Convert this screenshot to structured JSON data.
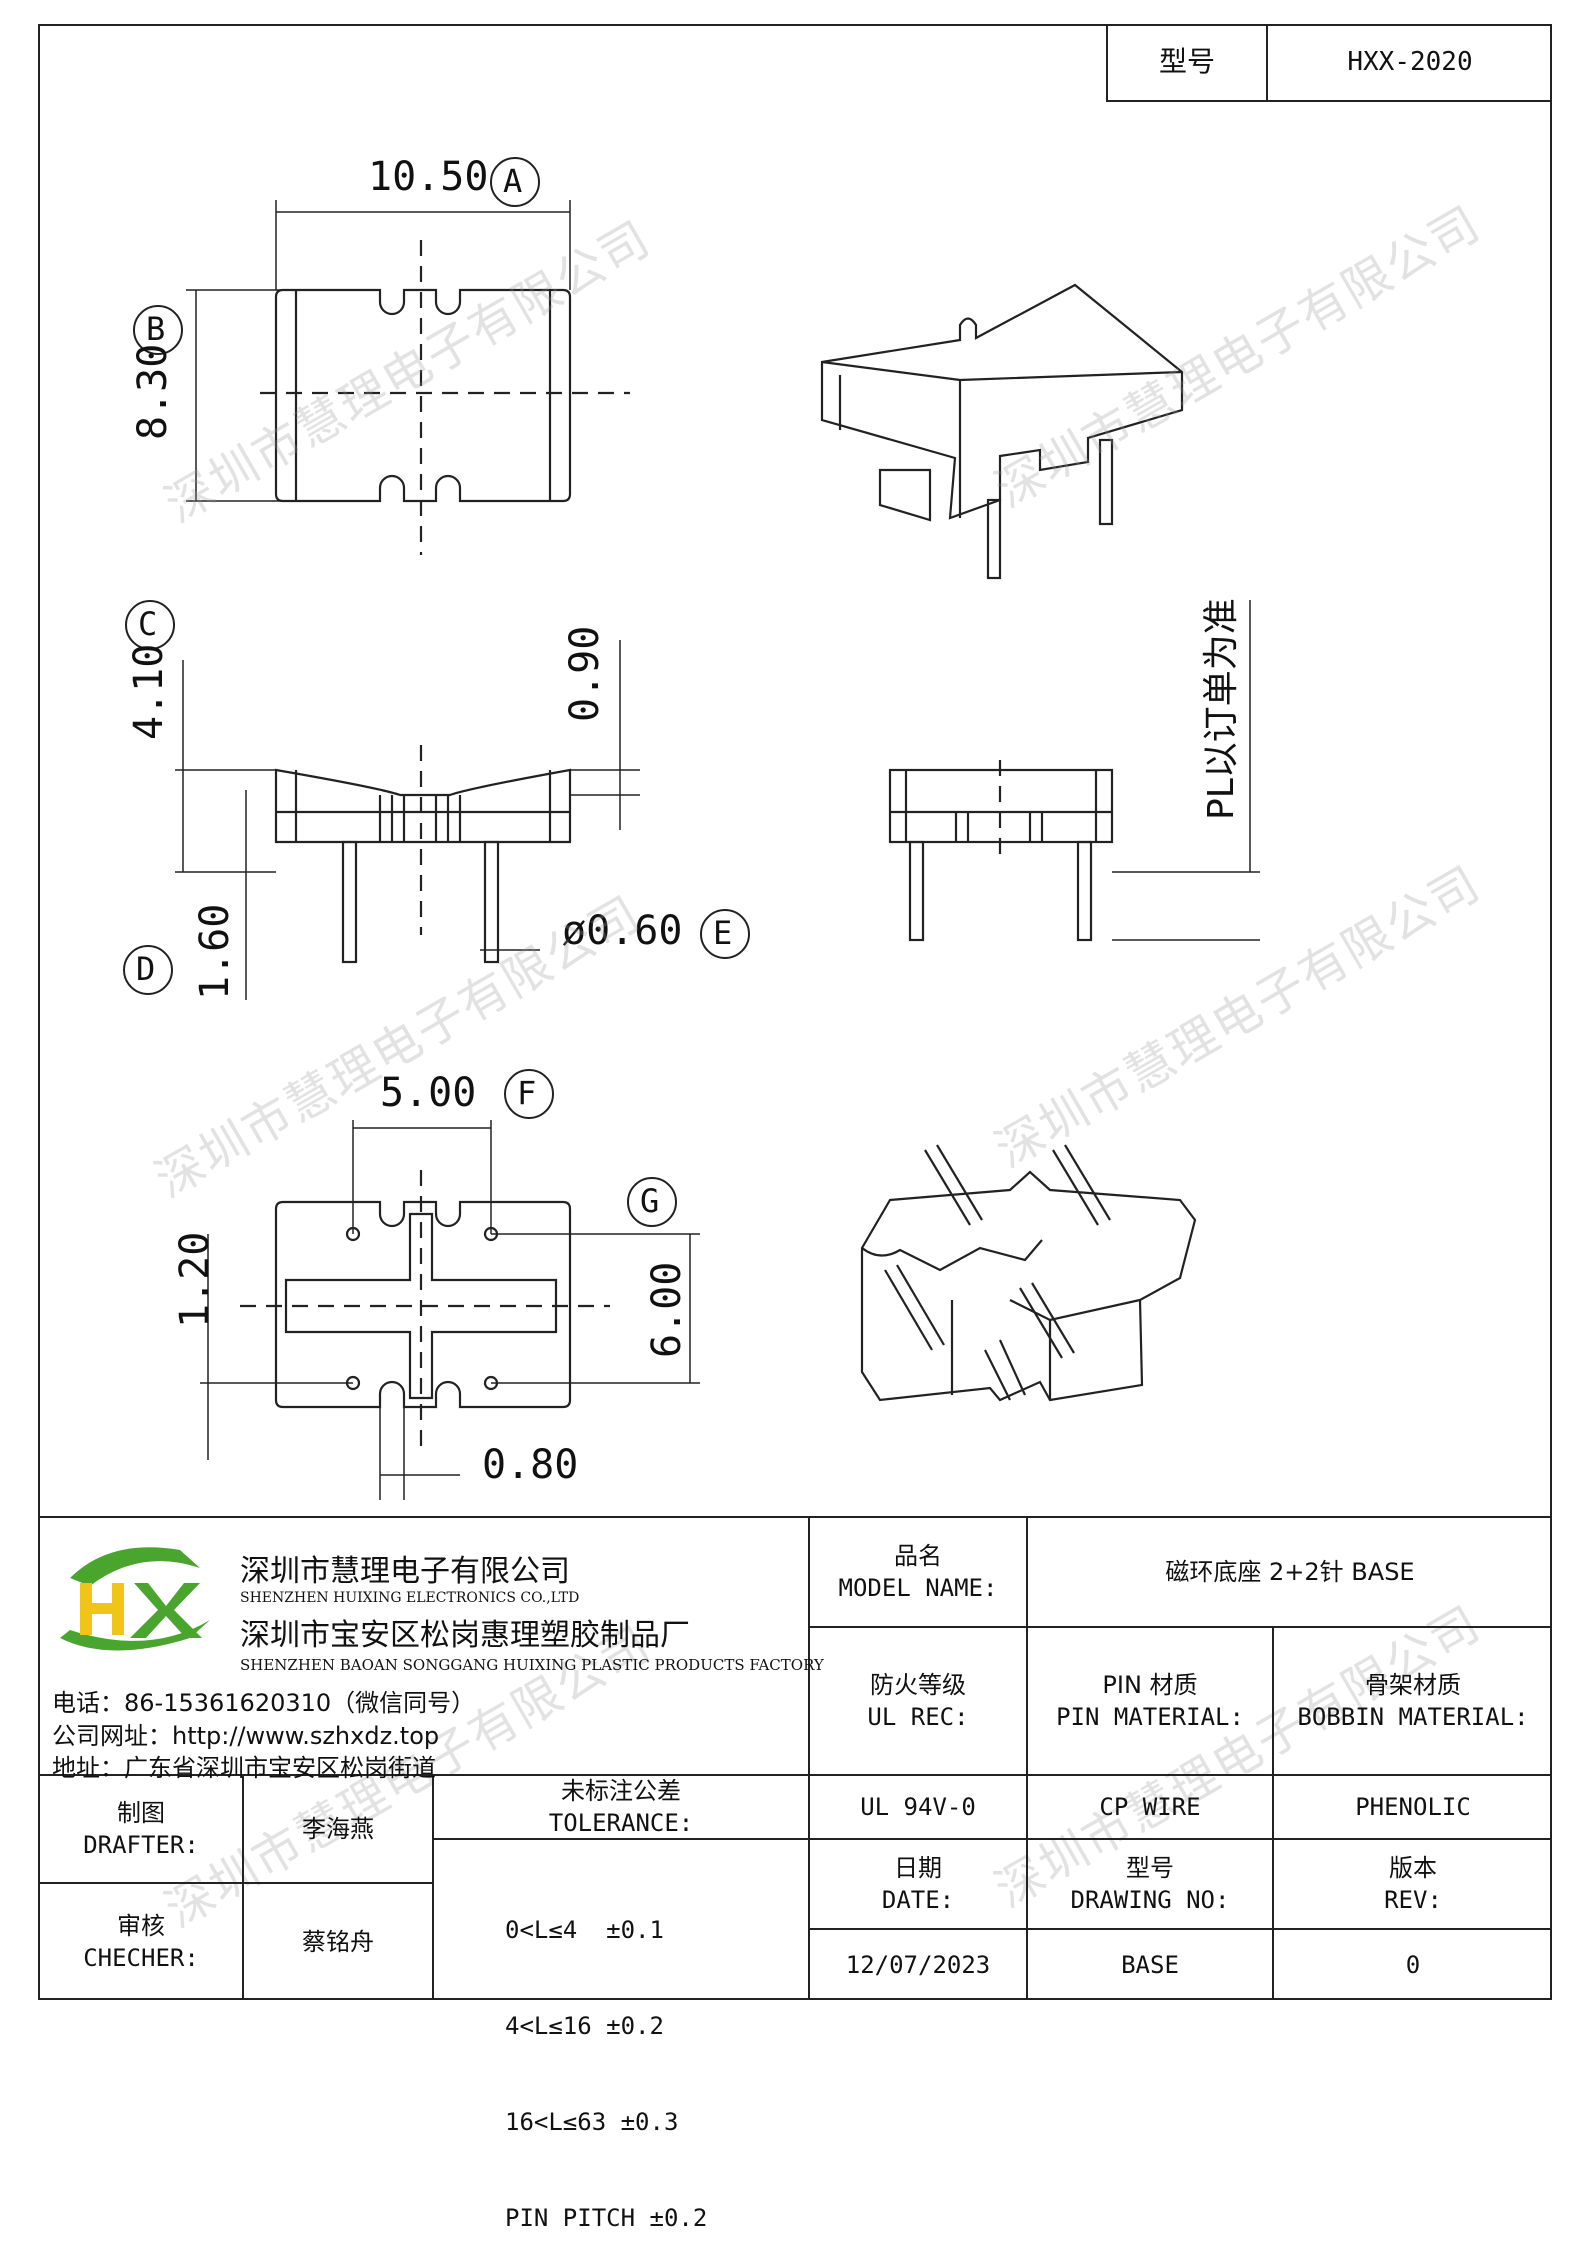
{
  "header": {
    "model_label": "型号",
    "model_value": "HXX-2020"
  },
  "dimensions": {
    "a_value": "10.50",
    "a_tag": "A",
    "b_value": "8.30",
    "b_tag": "B",
    "c_value": "4.10",
    "c_tag": "C",
    "d_value": "1.60",
    "d_tag": "D",
    "e_value": "ø0.60",
    "e_tag": "E",
    "f_value": "5.00",
    "f_tag": "F",
    "g_tag": "G",
    "v_090": "0.90",
    "v_120": "1.20",
    "v_600": "6.00",
    "v_080": "0.80",
    "pl_note": "PL以订单为准"
  },
  "watermark": "深圳市慧理电子有限公司",
  "company": {
    "name_cn": "深圳市慧理电子有限公司",
    "name_en": "SHENZHEN HUIXING ELECTRONICS CO.,LTD",
    "factory_cn": "深圳市宝安区松岗惠理塑胶制品厂",
    "factory_en": "SHENZHEN BAOAN SONGGANG HUIXING PLASTIC PRODUCTS FACTORY",
    "phone": "电话：86-15361620310（微信同号）",
    "website": "公司网址：http://www.szhxdz.top",
    "address": "地址：广东省深圳市宝安区松岗街道",
    "logo_text": "HX",
    "logo_green": "#4aa52e",
    "logo_yellow": "#f0c419"
  },
  "titleblock": {
    "model_name_cn": "品名",
    "model_name_en": "MODEL NAME:",
    "model_name_value": "磁环底座 2+2针 BASE",
    "ul_cn": "防火等级",
    "ul_en": "UL REC:",
    "pin_cn": "PIN 材质",
    "pin_en": "PIN MATERIAL:",
    "bobbin_cn": "骨架材质",
    "bobbin_en": "BOBBIN MATERIAL:",
    "ul_value": "UL 94V-0",
    "pin_value": "CP WIRE",
    "bobbin_value": "PHENOLIC",
    "drafter_cn": "制图",
    "drafter_en": "DRAFTER:",
    "drafter_value": "李海燕",
    "checker_cn": "审核",
    "checker_en": "CHECHER:",
    "checker_value": "蔡铭舟",
    "tol_cn": "未标注公差",
    "tol_en": "TOLERANCE:",
    "tol_lines": [
      "0<L≤4  ±0.1",
      "4<L≤16 ±0.2",
      "16<L≤63 ±0.3",
      "PIN PITCH ±0.2"
    ],
    "date_cn": "日期",
    "date_en": "DATE:",
    "date_value": "12/07/2023",
    "drawing_cn": "型号",
    "drawing_en": "DRAWING NO:",
    "drawing_value": "BASE",
    "rev_cn": "版本",
    "rev_en": "REV:",
    "rev_value": "0"
  }
}
